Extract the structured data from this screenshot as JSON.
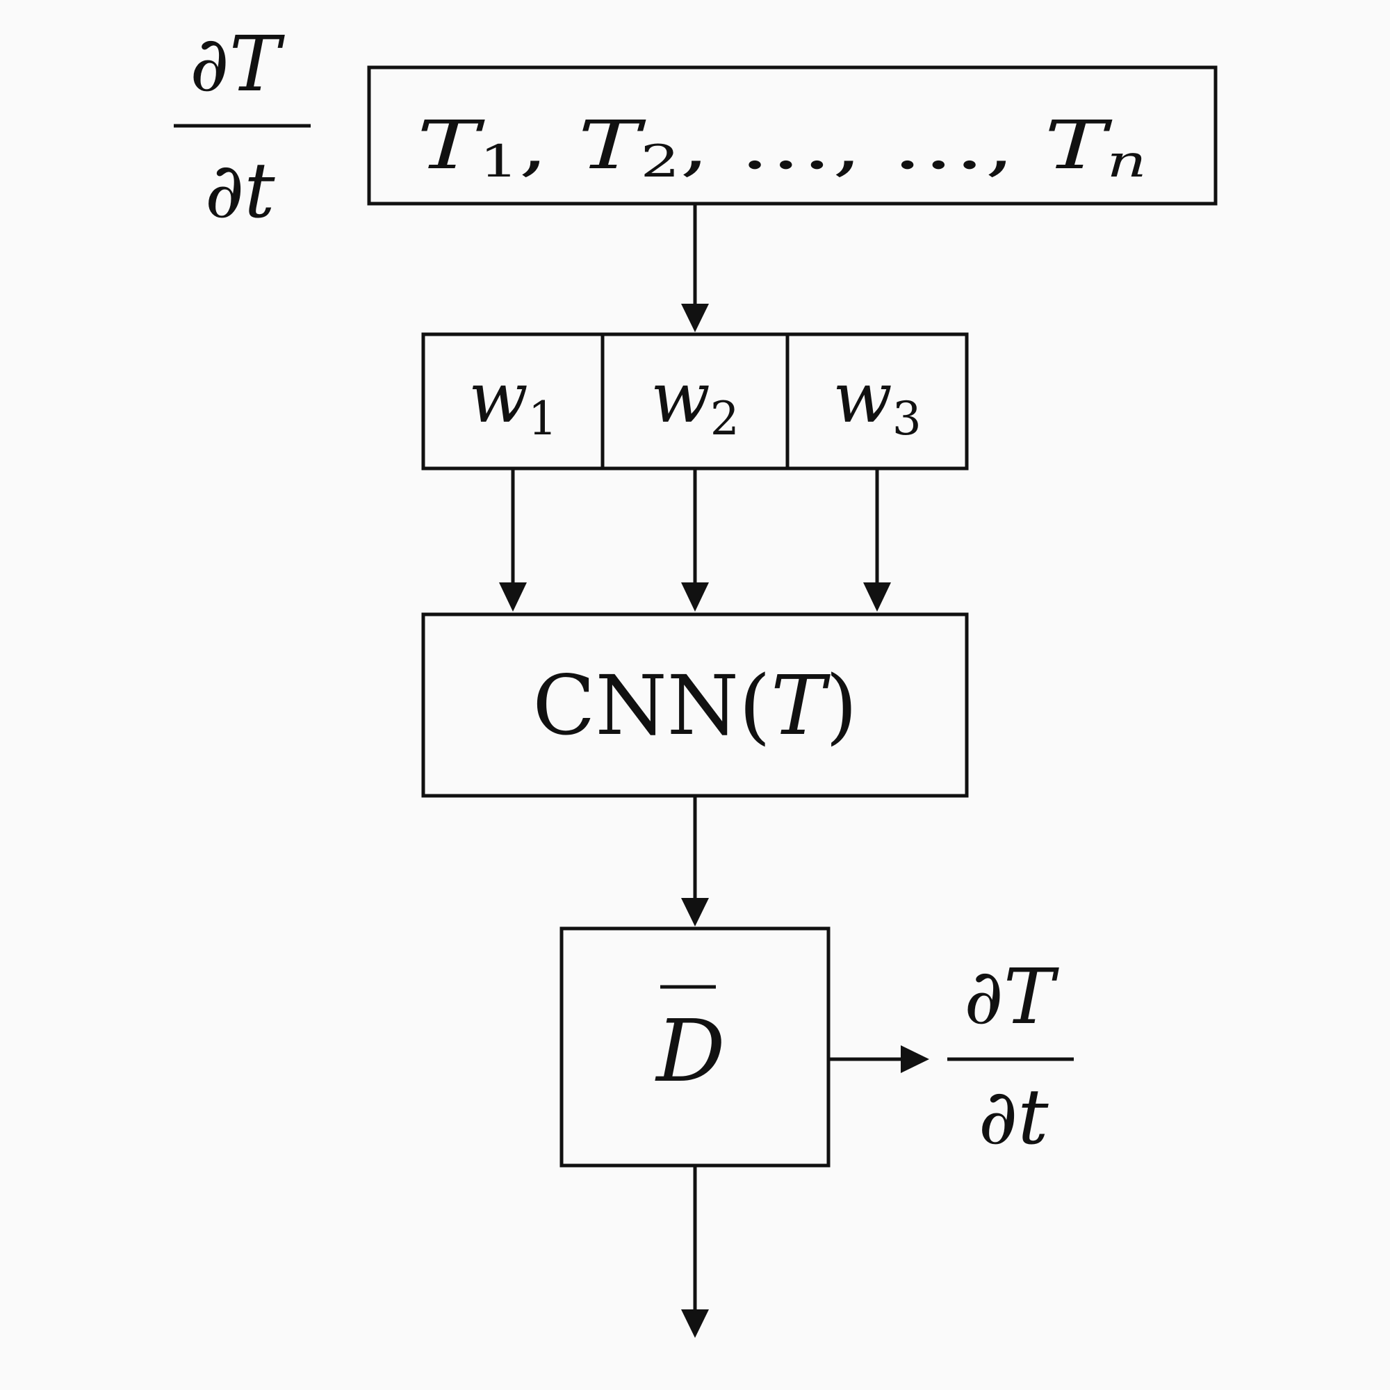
{
  "input_label": {
    "numerator": "∂T",
    "denominator": "∂t"
  },
  "sequence_box": {
    "items": [
      {
        "base": "T",
        "sub": "1"
      },
      {
        "base": "T",
        "sub": "2"
      },
      {
        "base": "…",
        "sub": ""
      },
      {
        "base": "…",
        "sub": ""
      },
      {
        "base": "T",
        "sub": "n"
      }
    ],
    "separator": ","
  },
  "weight_boxes": [
    {
      "base": "w",
      "sub": "1"
    },
    {
      "base": "w",
      "sub": "2"
    },
    {
      "base": "w",
      "sub": "3"
    }
  ],
  "cnn_box": {
    "prefix": "CNN",
    "open_paren": "(",
    "argument": "T",
    "close_paren": ")"
  },
  "d_box": {
    "symbol": "D"
  },
  "output_label": {
    "numerator": "∂T",
    "denominator": "∂t"
  }
}
